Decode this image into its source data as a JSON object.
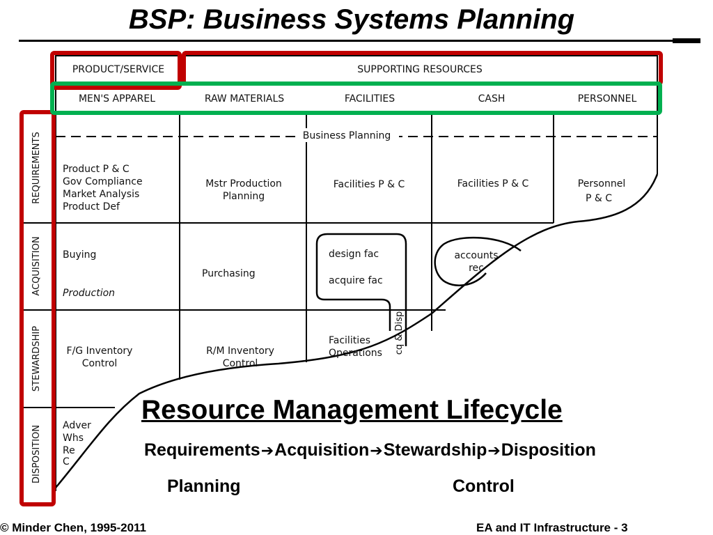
{
  "slide": {
    "title": "BSP: Business Systems Planning"
  },
  "matrix": {
    "header_product": "PRODUCT/SERVICE",
    "header_resources": "SUPPORTING RESOURCES",
    "columns": [
      "MEN'S APPAREL",
      "RAW MATERIALS",
      "FACILITIES",
      "CASH",
      "PERSONNEL"
    ],
    "business_planning": "Business Planning",
    "stages": [
      "REQUIREMENTS",
      "ACQUISITION",
      "STEWARDSHIP",
      "DISPOSITION"
    ],
    "requirements": {
      "mens_apparel": [
        "Product P & C",
        "Gov Compliance",
        "Market Analysis",
        "Product Def"
      ],
      "raw_materials": [
        "Mstr Production",
        "Planning"
      ],
      "facilities": "Facilities  P & C",
      "cash": "Facilities  P & C",
      "personnel": [
        "Personnel",
        "P & C"
      ]
    },
    "acquisition": {
      "buying": "Buying",
      "production": "Production",
      "purchasing": "Purchasing",
      "design_fac": "design fac",
      "acquire_fac": "acquire fac",
      "accounts_rec": [
        "accounts",
        "rec"
      ]
    },
    "stewardship": {
      "fg_inventory": [
        "F/G Inventory",
        "Control"
      ],
      "rm_inventory": [
        "R/M Inventory",
        "Control"
      ],
      "facilities_ops": [
        "Facilities",
        "Operations"
      ],
      "acq_disp": "cq & Disp"
    },
    "disposition": {
      "items": [
        "Adver",
        "Whs",
        "Re",
        "C"
      ]
    }
  },
  "lifecycle": {
    "title": "Resource Management Lifecycle ",
    "steps": [
      "Requirements",
      "Acquisition",
      "Stewardship",
      "Disposition"
    ],
    "arrow": "➔",
    "planning": "Planning",
    "control": "Control"
  },
  "footer": {
    "left": "© Minder Chen, 1995-2011",
    "right": "EA and IT Infrastructure - 3"
  },
  "colors": {
    "highlight_red": "#c00000",
    "highlight_green": "#00b050"
  }
}
